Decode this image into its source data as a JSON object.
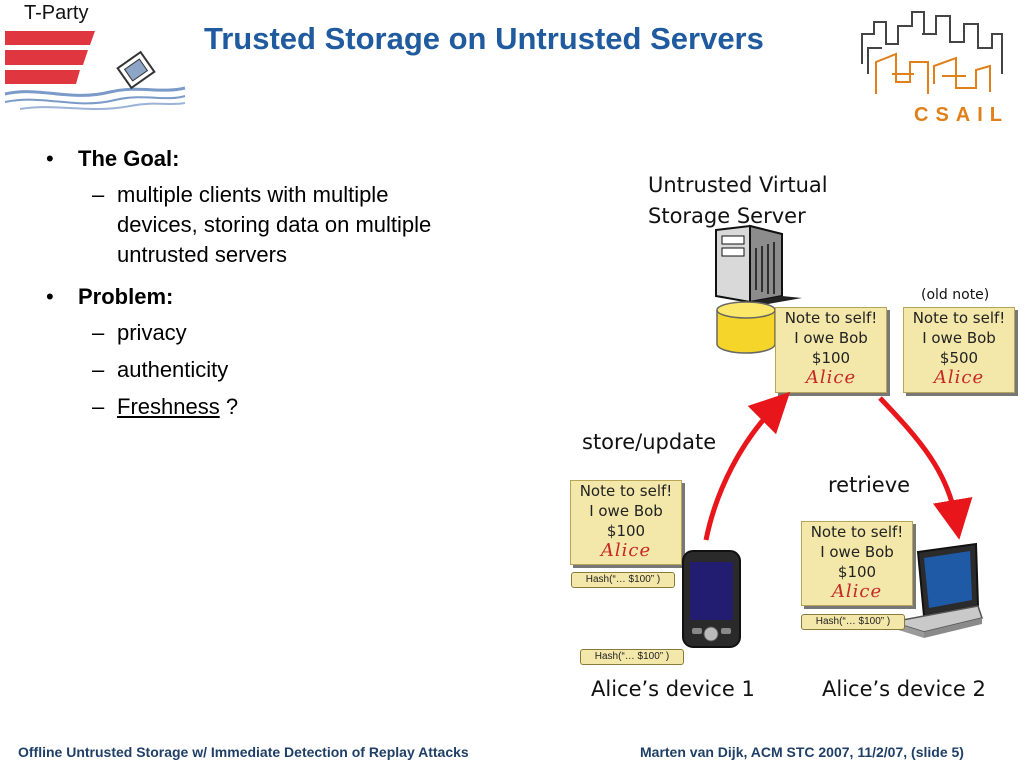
{
  "header": {
    "title": "Trusted Storage on Untrusted Servers",
    "logo_left_text": "T-Party",
    "logo_right_text": "CSAIL"
  },
  "bullets": {
    "goal_heading": "The Goal:",
    "goal_line1": "multiple clients with multiple",
    "goal_line2": "devices, storing data on multiple",
    "goal_line3": "untrusted servers",
    "problem_heading": "Problem:",
    "problem_item1": "privacy",
    "problem_item2": "authenticity",
    "problem_item3_underlined": "Freshness",
    "problem_item3_suffix": " ?"
  },
  "diagram": {
    "server_label_line1": "Untrusted Virtual",
    "server_label_line2": "Storage Server",
    "old_note_label": "(old note)",
    "note_current": {
      "line1": "Note to self!",
      "line2": "I owe Bob",
      "line3": "$100",
      "signature": "Alice"
    },
    "note_old": {
      "line1": "Note to self!",
      "line2": "I owe Bob",
      "line3": "$500",
      "signature": "Alice"
    },
    "note_device1": {
      "line1": "Note to self!",
      "line2": "I owe Bob",
      "line3": "$100",
      "signature": "Alice"
    },
    "note_device2": {
      "line1": "Note to self!",
      "line2": "I owe Bob",
      "line3": "$100",
      "signature": "Alice"
    },
    "hash_label": "Hash(“… $100” )",
    "store_update_label": "store/update",
    "retrieve_label": "retrieve",
    "device1_label": "Alice’s device 1",
    "device2_label": "Alice’s device 2",
    "arrow_color": "#e8161b"
  },
  "footer": {
    "left": "Offline Untrusted Storage w/ Immediate Detection of Replay Attacks",
    "right": "Marten van Dijk, ACM STC 2007, 11/2/07, (slide 5)"
  },
  "colors": {
    "title": "#1f5b9e",
    "accent_red": "#e0363f",
    "note_bg": "#f3e7a9",
    "csail_orange": "#e0801a"
  }
}
